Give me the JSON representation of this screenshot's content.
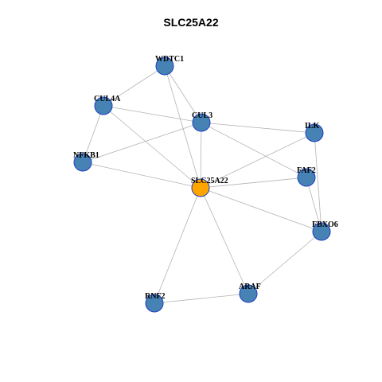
{
  "title": "SLC25A22",
  "colors": {
    "default_node": "#4682B4",
    "center_node": "#FFA500",
    "node_border": "#1F3FBF",
    "edge": "#B3B3B3"
  },
  "nodes": [
    {
      "id": "WDTC1",
      "label": "WDTC1",
      "center": false
    },
    {
      "id": "CUL4A",
      "label": "CUL4A",
      "center": false
    },
    {
      "id": "CUL3",
      "label": "CUL3",
      "center": false
    },
    {
      "id": "ILK",
      "label": "ILK",
      "center": false
    },
    {
      "id": "NFKB1",
      "label": "NFKB1",
      "center": false
    },
    {
      "id": "SLC25A22",
      "label": "SLC25A22",
      "center": true
    },
    {
      "id": "FAF2",
      "label": "FAF2",
      "center": false
    },
    {
      "id": "FBXO6",
      "label": "FBXO6",
      "center": false
    },
    {
      "id": "ARAF",
      "label": "ARAF",
      "center": false
    },
    {
      "id": "RNF2",
      "label": "RNF2",
      "center": false
    }
  ],
  "edges": [
    [
      "WDTC1",
      "CUL4A"
    ],
    [
      "WDTC1",
      "CUL3"
    ],
    [
      "WDTC1",
      "SLC25A22"
    ],
    [
      "CUL4A",
      "NFKB1"
    ],
    [
      "CUL4A",
      "CUL3"
    ],
    [
      "CUL4A",
      "SLC25A22"
    ],
    [
      "CUL3",
      "NFKB1"
    ],
    [
      "CUL3",
      "ILK"
    ],
    [
      "CUL3",
      "SLC25A22"
    ],
    [
      "CUL3",
      "FAF2"
    ],
    [
      "NFKB1",
      "SLC25A22"
    ],
    [
      "ILK",
      "SLC25A22"
    ],
    [
      "ILK",
      "FBXO6"
    ],
    [
      "SLC25A22",
      "FAF2"
    ],
    [
      "SLC25A22",
      "FBXO6"
    ],
    [
      "SLC25A22",
      "ARAF"
    ],
    [
      "SLC25A22",
      "RNF2"
    ],
    [
      "FAF2",
      "FBXO6"
    ],
    [
      "FBXO6",
      "ARAF"
    ],
    [
      "ARAF",
      "RNF2"
    ]
  ]
}
